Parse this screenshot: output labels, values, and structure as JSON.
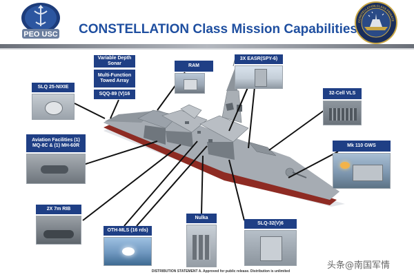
{
  "header": {
    "title": "CONSTELLATION Class Mission Capabilities",
    "logo_text": "PEO USC",
    "seal_text": "CONSTELLATION CLASS FRIGATE"
  },
  "labels": {
    "variable_depth_sonar": "Variable Depth Sonar",
    "multifunction_towed_array": "Multi-Function Towed Array",
    "sqq89": "SQQ-89 (V)16",
    "ram": "RAM",
    "easr": "3X EASR(SPY-6)",
    "slq25": "SLQ 25-NIXIE",
    "vls": "32-Cell VLS",
    "aviation": "Aviation Facilities (1) MQ-8C & (1) MH-60R",
    "mk110": "Mk 110 GWS",
    "rib": "2X 7m RIB",
    "nulka": "Nulka",
    "slq32": "SLQ-32(V)6",
    "othmls": "OTH-MLS (16 rds)"
  },
  "footer": {
    "statement": "DISTRIBUTION STATEMENT A. Approved for public release. Distribution is unlimited"
  },
  "watermark": {
    "text": "头条@南国军情"
  },
  "colors": {
    "title_blue": "#1f4fa0",
    "label_navy": "#1f3f85",
    "hull_red": "#8e2b23",
    "hull_gray": "#7d848c"
  }
}
